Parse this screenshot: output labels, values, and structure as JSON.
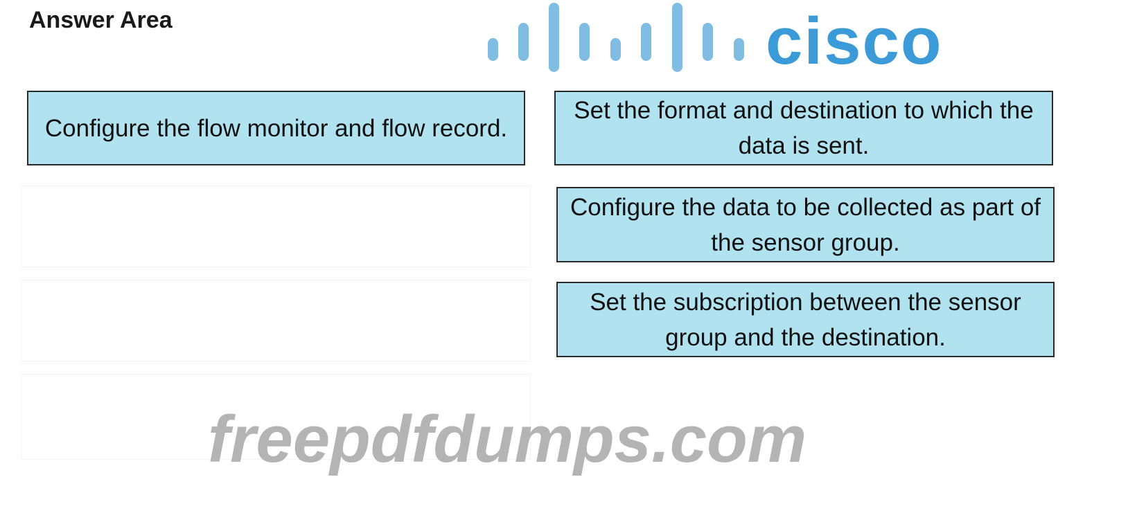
{
  "title": "Answer Area",
  "answer_slots": [
    {
      "label": "Configure the flow monitor and flow record."
    },
    {
      "label": ""
    },
    {
      "label": ""
    },
    {
      "label": ""
    }
  ],
  "options": [
    {
      "label": "Set the format and destination to which the data is sent."
    },
    {
      "label": "Configure the data to be collected as part of the sensor group."
    },
    {
      "label": "Set the subscription between the sensor group and the destination."
    }
  ],
  "watermark": {
    "logo": "cisco",
    "site": "freepdfdumps.com"
  },
  "colors": {
    "box_fill": "#b0e2ef",
    "logo_blue": "#3b9bd9",
    "watermark_gray": "#aaaaaa"
  }
}
